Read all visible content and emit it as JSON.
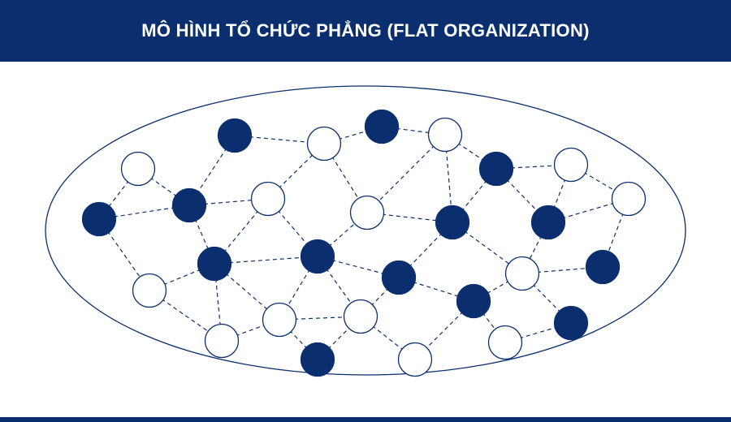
{
  "header": {
    "title": "MÔ HÌNH TỔ CHỨC PHẲNG (FLAT ORGANIZATION)"
  },
  "colors": {
    "primary": "#0b2f6e",
    "background": "#ffffff"
  },
  "diagram": {
    "nodes": {
      "A": {
        "filled": true
      },
      "B": {
        "filled": true
      },
      "C": {
        "filled": true
      },
      "D": {
        "filled": true
      },
      "E": {
        "filled": true
      },
      "F": {
        "filled": true
      },
      "G": {
        "filled": true
      },
      "H": {
        "filled": true
      },
      "I": {
        "filled": true
      },
      "J": {
        "filled": true
      },
      "K": {
        "filled": true
      },
      "L": {
        "filled": true
      },
      "M": {
        "filled": true
      },
      "N": {
        "filled": true
      },
      "a": {
        "filled": false
      },
      "b": {
        "filled": false
      },
      "c": {
        "filled": false
      },
      "d": {
        "filled": false
      },
      "e": {
        "filled": false
      },
      "f": {
        "filled": false
      },
      "g": {
        "filled": false
      },
      "h": {
        "filled": false
      },
      "i": {
        "filled": false
      },
      "j": {
        "filled": false
      },
      "k": {
        "filled": false
      },
      "l": {
        "filled": false
      },
      "m": {
        "filled": false
      },
      "n": {
        "filled": false
      }
    },
    "edges": [
      [
        "A",
        "b"
      ],
      [
        "A",
        "E"
      ],
      [
        "a",
        "D"
      ],
      [
        "a",
        "E"
      ],
      [
        "D",
        "E"
      ],
      [
        "D",
        "h"
      ],
      [
        "E",
        "f"
      ],
      [
        "E",
        "H"
      ],
      [
        "f",
        "b"
      ],
      [
        "f",
        "H"
      ],
      [
        "f",
        "I"
      ],
      [
        "b",
        "g"
      ],
      [
        "b",
        "B"
      ],
      [
        "H",
        "I"
      ],
      [
        "H",
        "h"
      ],
      [
        "H",
        "l"
      ],
      [
        "H",
        "j"
      ],
      [
        "h",
        "l"
      ],
      [
        "l",
        "j"
      ],
      [
        "I",
        "g"
      ],
      [
        "I",
        "j"
      ],
      [
        "I",
        "k"
      ],
      [
        "I",
        "J"
      ],
      [
        "j",
        "k"
      ],
      [
        "j",
        "N"
      ],
      [
        "N",
        "k"
      ],
      [
        "k",
        "m"
      ],
      [
        "k",
        "J"
      ],
      [
        "B",
        "c"
      ],
      [
        "c",
        "C"
      ],
      [
        "c",
        "g"
      ],
      [
        "c",
        "F"
      ],
      [
        "C",
        "d"
      ],
      [
        "C",
        "F"
      ],
      [
        "C",
        "G"
      ],
      [
        "d",
        "e"
      ],
      [
        "d",
        "G"
      ],
      [
        "e",
        "G"
      ],
      [
        "e",
        "L"
      ],
      [
        "g",
        "F"
      ],
      [
        "F",
        "i"
      ],
      [
        "F",
        "J"
      ],
      [
        "G",
        "i"
      ],
      [
        "i",
        "L"
      ],
      [
        "i",
        "K"
      ],
      [
        "i",
        "M"
      ],
      [
        "J",
        "K"
      ],
      [
        "K",
        "m"
      ],
      [
        "K",
        "n"
      ],
      [
        "n",
        "M"
      ]
    ]
  }
}
